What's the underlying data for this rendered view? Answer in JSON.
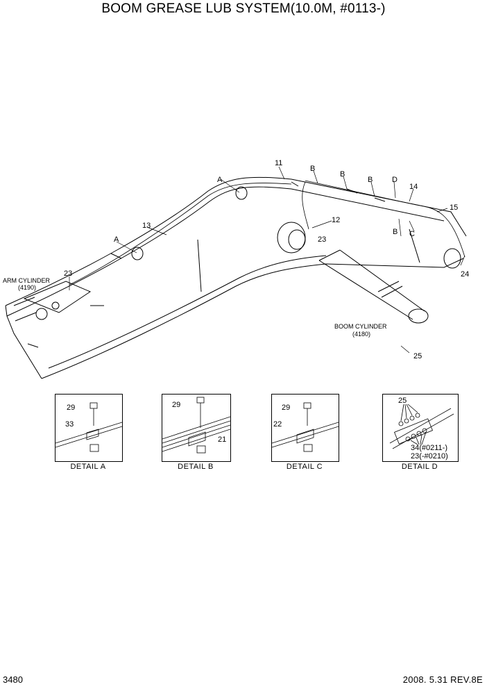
{
  "title": "BOOM GREASE LUB SYSTEM(10.0M, #0113-)",
  "callouts": {
    "c11": "11",
    "c12": "12",
    "c13": "13",
    "c15": "15",
    "c23_main": "23",
    "c23_left": "23",
    "c24": "24",
    "c25_main": "25",
    "cA1": "A",
    "cA2": "A",
    "cB1": "B",
    "cB2": "B",
    "cB3": "B",
    "cB4": "B",
    "cC": "C",
    "cD": "D",
    "c14": "14"
  },
  "arm_cylinder": {
    "label": "ARM CYLINDER",
    "code": "(4190)"
  },
  "boom_cylinder": {
    "label": "BOOM CYLINDER",
    "code": "(4180)"
  },
  "details": [
    {
      "caption": "DETAIL  A",
      "parts": [
        "29",
        "33"
      ]
    },
    {
      "caption": "DETAIL  B",
      "parts": [
        "29",
        "21"
      ]
    },
    {
      "caption": "DETAIL  C",
      "parts": [
        "29",
        "22"
      ]
    },
    {
      "caption": "DETAIL  D",
      "parts": [
        "25",
        "34(#0211-)",
        "23(-#0210)"
      ]
    }
  ],
  "footer": {
    "page": "3480",
    "date_rev": "2008. 5.31  REV.8E"
  }
}
